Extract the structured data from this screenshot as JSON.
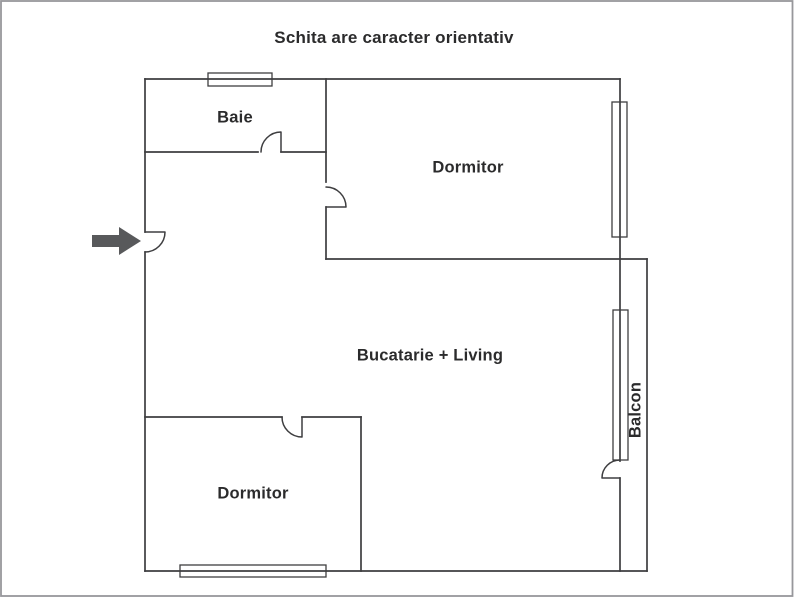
{
  "title": "Schita are caracter orientativ",
  "rooms": [
    {
      "name": "baie",
      "label": "Baie"
    },
    {
      "name": "dormitor-top",
      "label": "Dormitor"
    },
    {
      "name": "bucatarie-living",
      "label": "Bucatarie + Living"
    },
    {
      "name": "dormitor-bottom",
      "label": "Dormitor"
    },
    {
      "name": "balcon",
      "label": "Balcon"
    }
  ],
  "symbols": {
    "entrance_arrow_icon": "right-arrow",
    "window_count": 4,
    "door_count": 5
  },
  "colors": {
    "wall": "#3e3e40",
    "text": "#2b2b2c",
    "arrow": "#58595b",
    "frame": "#97979b",
    "background": "#ffffff"
  }
}
